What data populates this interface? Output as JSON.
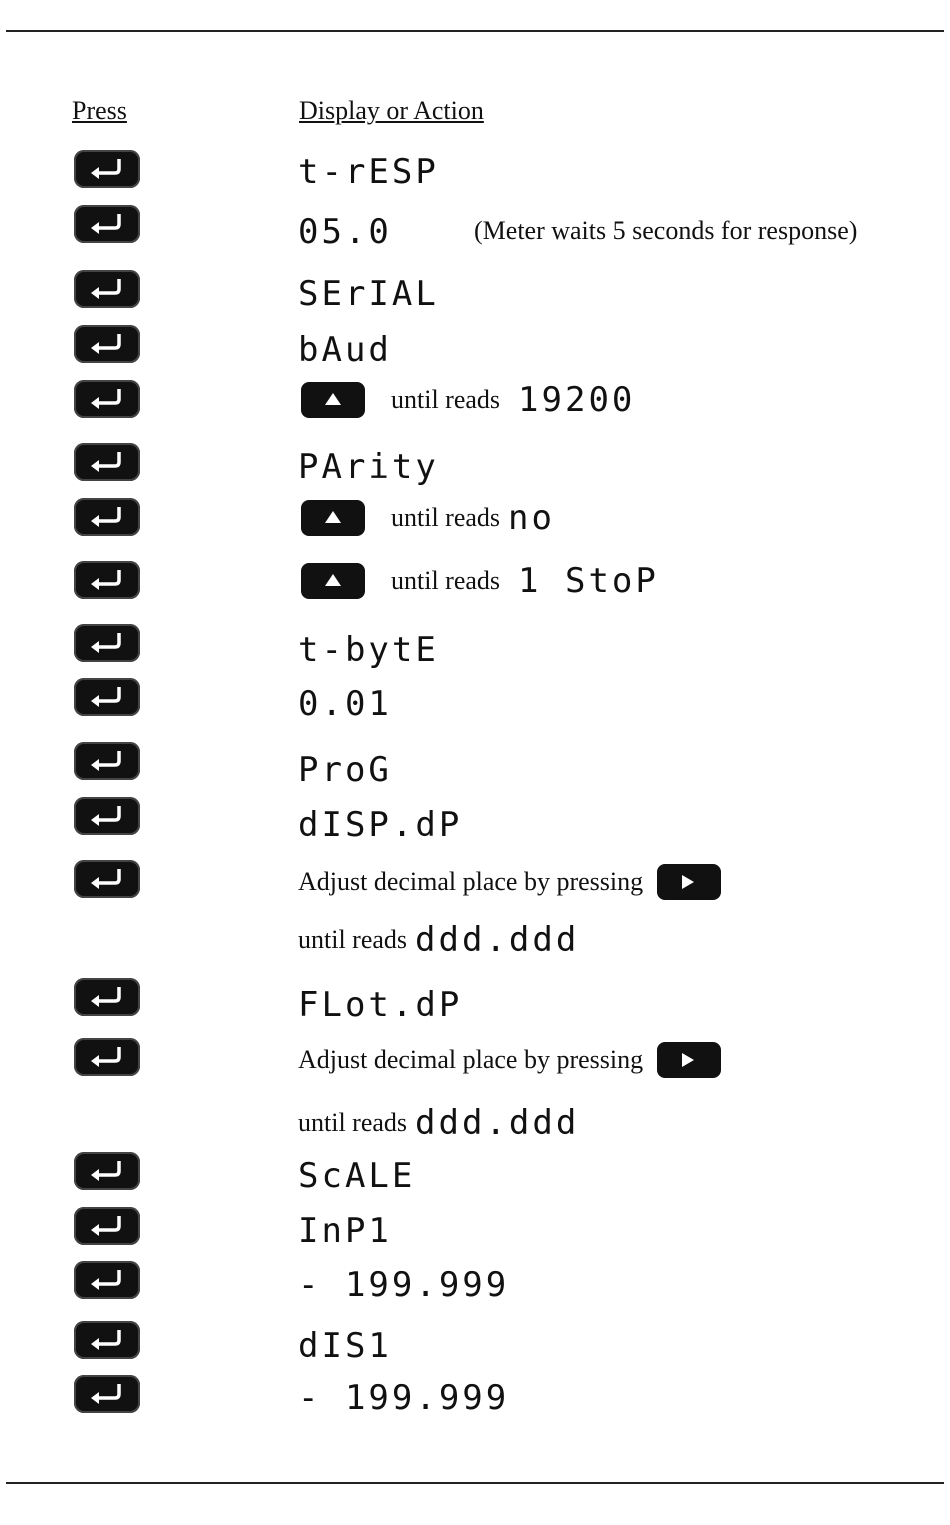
{
  "header": {
    "press": "Press",
    "action": "Display or Action"
  },
  "labels": {
    "until_reads": "until reads",
    "adjust": "Adjust decimal place by pressing"
  },
  "rows": {
    "r1": "t-rESP",
    "r2": "05.0",
    "r2_note": "(Meter waits 5 seconds for response)",
    "r3": "SErIAL",
    "r4": "bAud",
    "r5": "19200",
    "r6": "PArity",
    "r7": "no",
    "r8": "1 StoP",
    "r9": "t-bytE",
    "r10": "0.01",
    "r11": "ProG",
    "r12": "dISP.dP",
    "r13": "ddd.ddd",
    "r14": "FLot.dP",
    "r15": "ddd.ddd",
    "r16": "ScALE",
    "r17": "InP1",
    "r18": "- 199.999",
    "r19": "dIS1",
    "r20": "- 199.999"
  },
  "icons": {
    "enter": "enter-icon",
    "up": "up-arrow-icon",
    "right": "right-arrow-icon"
  }
}
